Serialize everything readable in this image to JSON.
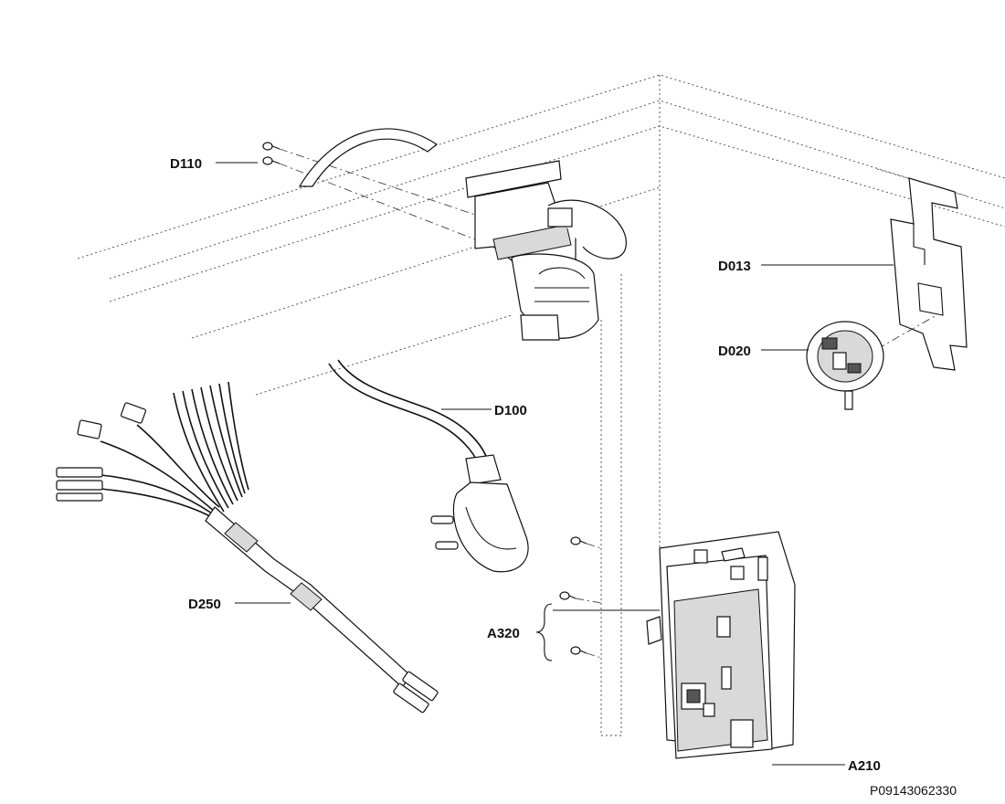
{
  "labels": {
    "d110": "D110",
    "d013": "D013",
    "d020": "D020",
    "d100": "D100",
    "d250": "D250",
    "a320": "A320",
    "a210": "A210"
  },
  "part_number": "P09143062330"
}
